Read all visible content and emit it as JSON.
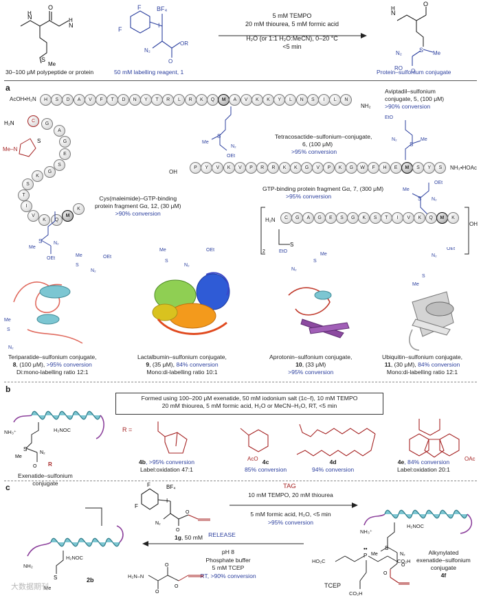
{
  "header": {
    "cond1": "5 mM TEMPO",
    "cond2": "20 mM thiourea, 5 mM formic acid",
    "cond3": "H₂O (or 1:1 H₂O:MeCN), 0–20 °C",
    "cond4": "<5 min",
    "left_label": "30–100 μM polypeptide or protein",
    "reagent_label": "50 mM labelling reagent, 1",
    "product_label": "Protein–sulfonium conjugate"
  },
  "panel_a": {
    "letter": "a",
    "aviptadil": {
      "name": "Aviptadil–sulfonium",
      "line2": "conjugate, 5, (100 μM)",
      "conv": ">90% conversion"
    },
    "aviptadil_seq": [
      "H",
      "S",
      "D",
      "A",
      "V",
      "F",
      "T",
      "D",
      "N",
      "Y",
      "T",
      "R",
      "L",
      "R",
      "K",
      "Q",
      "M",
      "A",
      "V",
      "K",
      "K",
      "Y",
      "L",
      "N",
      "S",
      "I",
      "L",
      "N"
    ],
    "tetracosactide": {
      "name": "Tetracosactide–sulfonium–conjugate,",
      "line2": "6, (100 μM)",
      "conv": ">95% conversion"
    },
    "tetra_seq": [
      "P",
      "Y",
      "V",
      "K",
      "V",
      "P",
      "R",
      "R",
      "K",
      "K",
      "G",
      "V",
      "P",
      "K",
      "G",
      "W",
      "F",
      "H",
      "E",
      "M",
      "S",
      "Y",
      "S"
    ],
    "cys_fragment": {
      "name": "Cys(maleimide)–GTP-binding",
      "line2": "protein fragment Gα, 12, (30 μM)",
      "conv": ">90% conversion"
    },
    "cys_seq": [
      "C",
      "G",
      "A",
      "G",
      "E",
      "S",
      "G",
      "K",
      "S",
      "T",
      "I",
      "V",
      "K",
      "Q",
      "M",
      "K"
    ],
    "gtp_fragment": {
      "name": "GTP-binding protein fragment Gα, 7, (300 μM)",
      "conv": ">95% conversion"
    },
    "gtp_seq": [
      "C",
      "G",
      "A",
      "G",
      "E",
      "S",
      "G",
      "K",
      "S",
      "T",
      "I",
      "V",
      "K",
      "Q",
      "M",
      "K"
    ],
    "proteins": [
      {
        "name": "Teriparatide–sulfonium conjugate,",
        "line2_num": "8",
        "line2_rest": ", (100 μM), ",
        "conv": ">95% conversion",
        "ratio": "Di:mono-labelling ratio 12:1"
      },
      {
        "name": "Lactalbumin–sulfonium conjugate,",
        "line2_num": "9",
        "line2_rest": ", (35 μM), ",
        "conv": "84% conversion",
        "ratio": "Mono:di-labelling ratio 10:1"
      },
      {
        "name": "Aprotonin–sulfonium conjugate,",
        "line2_num": "10",
        "line2_rest": ", (33 μM)",
        "conv": ">95% conversion",
        "ratio": ""
      },
      {
        "name": "Ubiquitin–sulfonium conjugate,",
        "line2_num": "11",
        "line2_rest": ", (30 μM), ",
        "conv": "84% conversion",
        "ratio": "Mono:di-labelling ratio 12:1"
      }
    ],
    "chem": {
      "acoh": "AcOH•H₂N",
      "nh2": "NH₂",
      "oh": "OH",
      "et_ester": "OEt",
      "nh3hoac": "NH₃•HOAc",
      "h2n": "H₂N",
      "me": "Me",
      "n2": "N₂",
      "eto": "EtO",
      "n_me": "Me–N"
    }
  },
  "panel_b": {
    "letter": "b",
    "box_line1": "Formed using 100–200 μM exenatide, 50 mM iodonium salt (1c–f), 10 mM TEMPO",
    "box_line2": "20 mM thiourea, 5 mM formic acid, H₂O or MeCN–H₂O, RT, <5 min",
    "r_label": "R =",
    "conj_label1": "Exenatide–sulfonium",
    "conj_label2": "conjugate",
    "nh3": "NH₃⁺",
    "h2noc": "H₂NOC",
    "items": [
      {
        "id": "4b",
        "text": ", >95% conversion",
        "extra": "Label:oxidation 47:1"
      },
      {
        "id": "4c",
        "text": "85% conversion",
        "extra": ""
      },
      {
        "id": "4d",
        "text": "94% conversion",
        "extra": ""
      },
      {
        "id": "4e",
        "text": ", 84% conversion",
        "extra": "Label:oxidation 20:1"
      }
    ],
    "aco": "AcO",
    "oac": "OAc"
  },
  "panel_c": {
    "letter": "c",
    "tag": "TAG",
    "tag_cond1": "10 mM TEMPO, 20 mM thiourea",
    "tag_cond2": "5 mM formic acid, H₂O, <5 min",
    "tag_conv": ">95% conversion",
    "release": "RELEASE",
    "rel_cond1": "pH 8",
    "rel_cond2": "Phosphate buffer",
    "rel_cond3": "5 mM TCEP",
    "rel_cond4": "RT, >90% conversion",
    "reagent": "1g",
    "reagent_amt": ", 50 mM",
    "left_num": "2b",
    "right_label1": "Alkynylated",
    "right_label2": "exenatide–sulfonium",
    "right_label3": "conjugate",
    "right_num": "4f",
    "tcep": "TCEP",
    "nh2": "NH₂",
    "me": "Me",
    "h2noc": "H₂NOC",
    "nh3": "NH₃⁺",
    "hydrazide": "H₂N–N",
    "co2h": "CO₂H",
    "ho2c": "HO₂C",
    "watermark": "大数据期刊"
  },
  "colors": {
    "blue": "#2b3f9e",
    "red": "#a52222",
    "teal": "#5fb7c6",
    "purple": "#8b3f9b",
    "grey": "#bdbdbd"
  }
}
